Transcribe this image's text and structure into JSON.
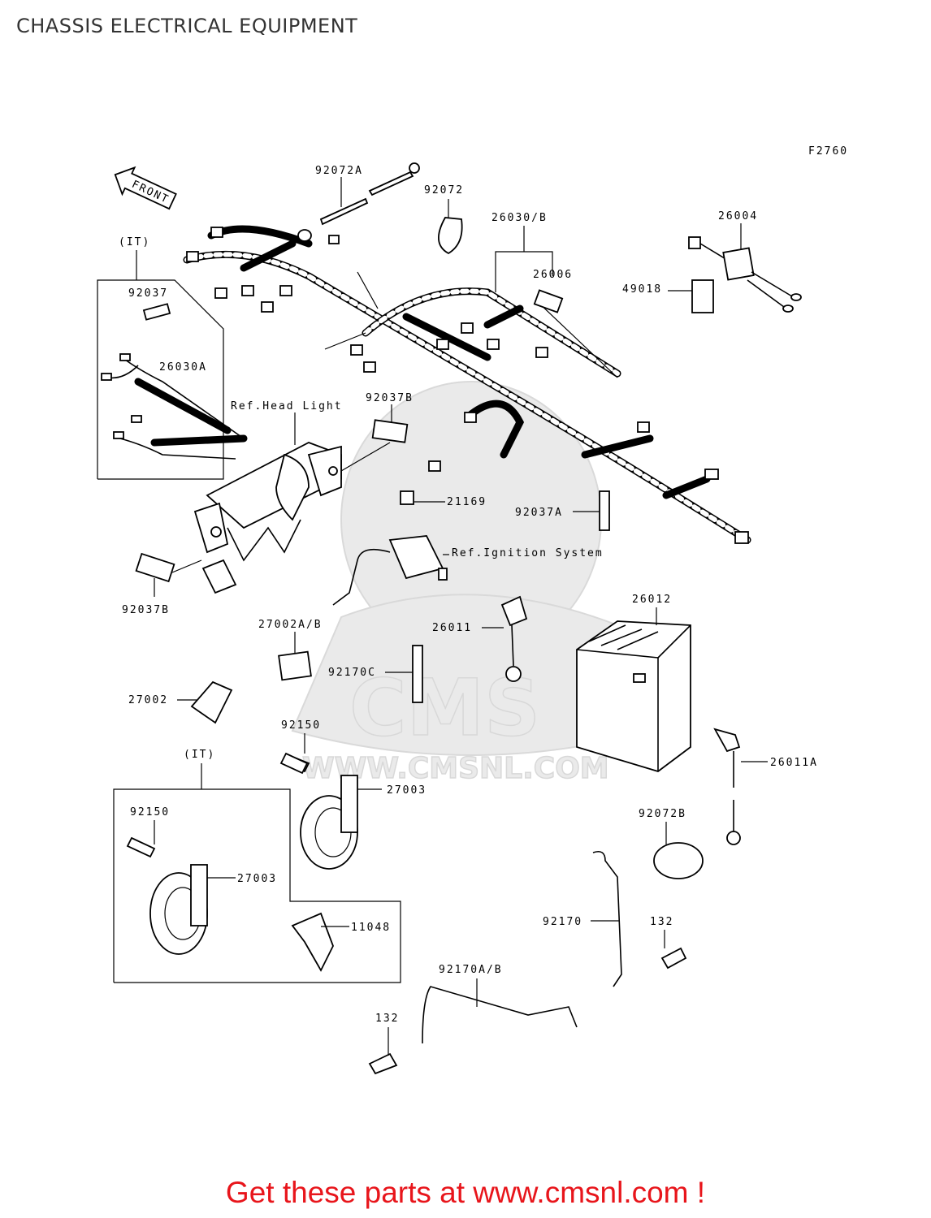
{
  "title": "CHASSIS ELECTRICAL EQUIPMENT",
  "figure_code": "F2760",
  "front_label": "FRONT",
  "watermark": {
    "brand": "CMS",
    "url": "WWW.CMSNL.COM"
  },
  "footer": "Get these parts at www.cmsnl.com !",
  "labels": {
    "p92072A": "92072A",
    "p92072": "92072",
    "p26030B": "26030/B",
    "p26004": "26004",
    "p26006": "26006",
    "p49018": "49018",
    "it1": "(IT)",
    "p92037": "92037",
    "p26030A": "26030A",
    "refHead": "Ref.Head Light",
    "p92037B_top": "92037B",
    "p21169": "21169",
    "p92037A": "92037A",
    "refIgn": "Ref.Ignition System",
    "p92037B_bot": "92037B",
    "p26012": "26012",
    "p27002AB": "27002A/B",
    "p26011": "26011",
    "p92170C": "92170C",
    "p27002": "27002",
    "p92150_a": "92150",
    "it2": "(IT)",
    "p27003_a": "27003",
    "p26011A": "26011A",
    "p92150_b": "92150",
    "p92072B": "92072B",
    "p27003_b": "27003",
    "p11048": "11048",
    "p92170": "92170",
    "p132_a": "132",
    "p92170AB": "92170A/B",
    "p132_b": "132"
  }
}
